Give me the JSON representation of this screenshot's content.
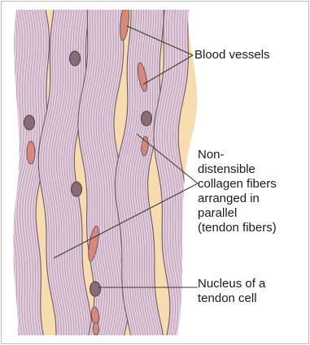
{
  "labels": {
    "blood_vessels": "Blood vessels",
    "collagen_fibers": [
      "Non-",
      "distensible",
      "collagen fibers",
      "arranged in",
      "parallel",
      "(tendon fibers)"
    ],
    "nucleus": [
      "Nucleus of a",
      "tendon cell"
    ]
  },
  "colors": {
    "fiber_fill": "#e2ccdc",
    "fiber_line": "#8c6e89",
    "fiber_stroke": "#6d5569",
    "interstitial": "#f7dcb0",
    "blood_vessel": "#d9897a",
    "nucleus_fill": "#8b6b75",
    "leader_line": "#3a3a3a",
    "frame": "#bbbbbb"
  }
}
